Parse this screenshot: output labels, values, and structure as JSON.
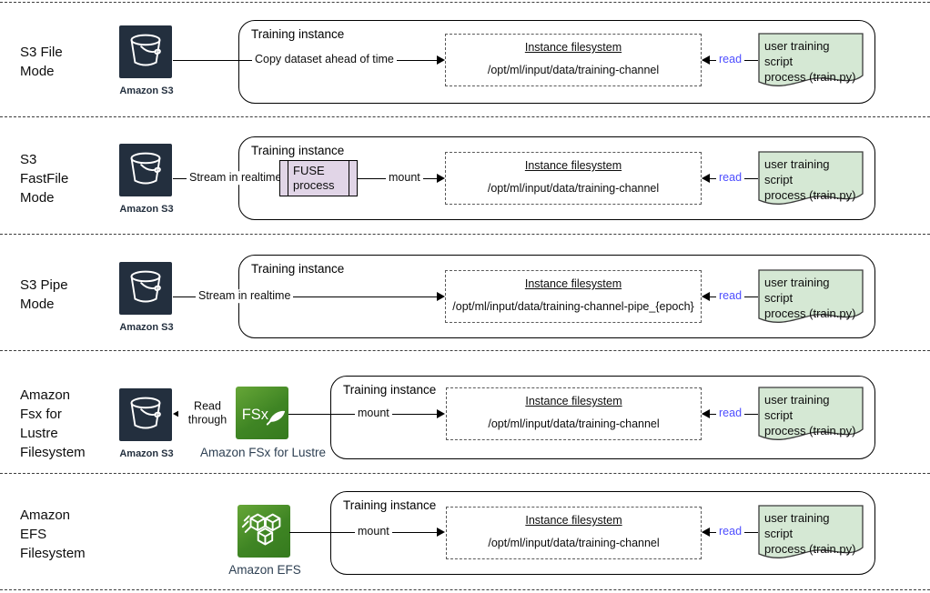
{
  "colors": {
    "s3_icon_bg": "#232F3E",
    "fsx_efs_green_light": "#66A637",
    "fsx_efs_green_dark": "#357A1E",
    "script_doc_fill": "#D5E8D4",
    "fuse_process_fill": "#E1D5E7",
    "read_label_blue": "#4D4DFF"
  },
  "rows": [
    {
      "mode_label": "S3 File\nMode",
      "source_caption": "Amazon S3",
      "instance_title": "Training instance",
      "flow_label": "Copy dataset ahead of time",
      "fs_title": "Instance filesystem",
      "fs_path": "/opt/ml/input/data/training-channel",
      "read_label": "read",
      "script_label": "user training script\nprocess (train.py)"
    },
    {
      "mode_label": "S3\nFastFile\nMode",
      "source_caption": "Amazon S3",
      "instance_title": "Training instance",
      "stream_label": "Stream in realtime",
      "fuse_label": "FUSE\nprocess",
      "mount_label": "mount",
      "fs_title": "Instance filesystem",
      "fs_path": "/opt/ml/input/data/training-channel",
      "read_label": "read",
      "script_label": "user training script\nprocess (train.py)"
    },
    {
      "mode_label": "S3 Pipe\nMode",
      "source_caption": "Amazon S3",
      "instance_title": "Training instance",
      "stream_label": "Stream in realtime",
      "fs_title": "Instance filesystem",
      "fs_path": "/opt/ml/input/data/training-channel-pipe_{epoch}",
      "read_label": "read",
      "script_label": "user training script\nprocess (train.py)"
    },
    {
      "mode_label": "Amazon\nFsx for\nLustre\nFilesystem",
      "source_caption": "Amazon S3",
      "fsx_caption": "Amazon FSx for Lustre",
      "instance_title": "Training instance",
      "read_through_label": "Read\nthrough",
      "mount_label": "mount",
      "fs_title": "Instance filesystem",
      "fs_path": "/opt/ml/input/data/training-channel",
      "read_label": "read",
      "script_label": "user training script\nprocess (train.py)"
    },
    {
      "mode_label": "Amazon\nEFS\nFilesystem",
      "efs_caption": "Amazon EFS",
      "instance_title": "Training instance",
      "mount_label": "mount",
      "fs_title": "Instance filesystem",
      "fs_path": "/opt/ml/input/data/training-channel",
      "read_label": "read",
      "script_label": "user training script\nprocess (train.py)"
    }
  ]
}
